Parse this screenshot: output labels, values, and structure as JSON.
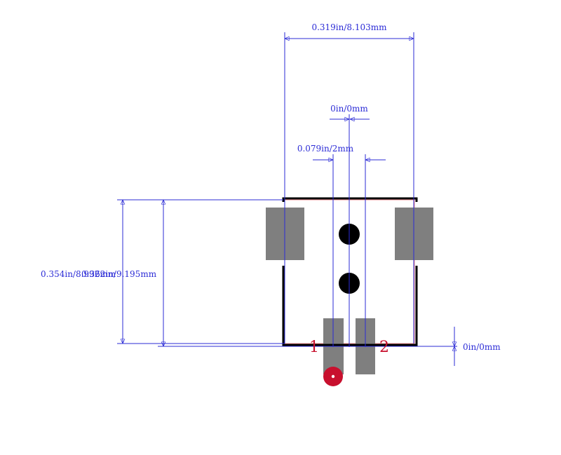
{
  "colors": {
    "background": "#ffffff",
    "dimension": "#2b2bd6",
    "outline": "#000000",
    "courtyard": "#e8898c",
    "pad": "#7f7f7f",
    "hole": "#000000",
    "pin_label": "#c8102e",
    "pin1_marker": "#c8102e"
  },
  "dimensions": {
    "top_width": "0.319in/8.103mm",
    "center_offset": "0in/0mm",
    "pad_pitch": "0.079in/2mm",
    "overall_height_a": "0.354in/8.992mm",
    "overall_height_b": "0.362in/9.195mm",
    "right_offset": "0in/0mm"
  },
  "pins": {
    "pin1_label": "1",
    "pin2_label": "2"
  }
}
